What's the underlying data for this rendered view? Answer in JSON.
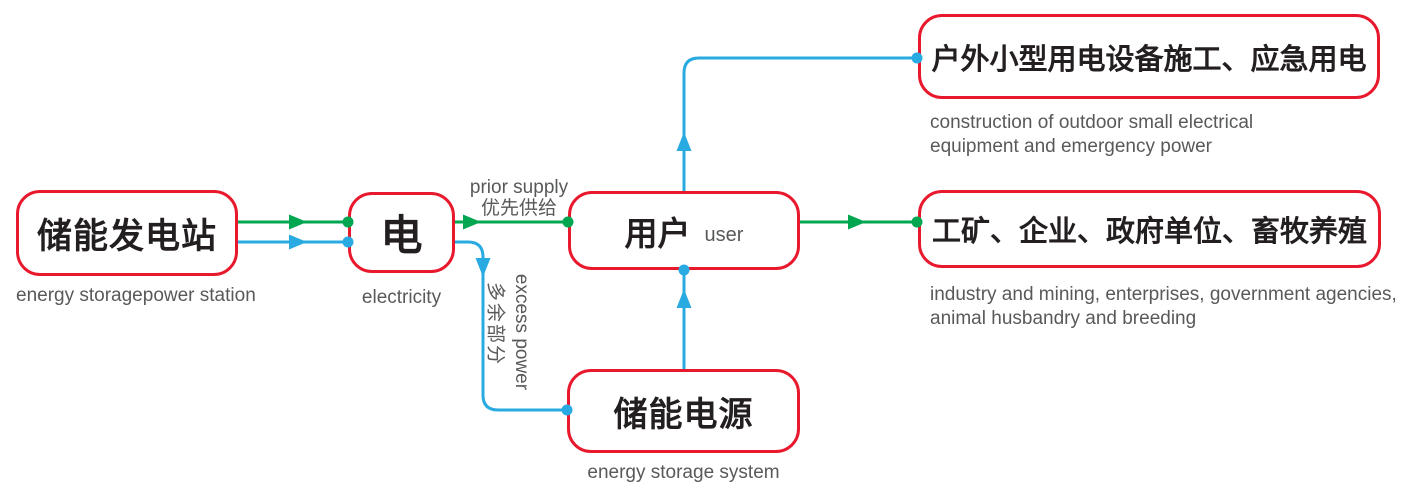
{
  "colors": {
    "box_border_red": "#e8182d",
    "arrow_green": "#00a650",
    "arrow_blue": "#29abe2",
    "caption_gray": "#58595b",
    "label_black": "#231f20",
    "background": "#ffffff"
  },
  "nodes": {
    "station": {
      "label": "储能发电站",
      "caption": "energy storagepower station"
    },
    "electricity": {
      "label": "电",
      "caption": "electricity"
    },
    "user": {
      "label": "用户",
      "sublabel": "user"
    },
    "storage": {
      "label": "储能电源",
      "caption": "energy storage system"
    },
    "outdoor": {
      "label": "户外小型用电设备施工、应急用电",
      "caption_line1": "construction of outdoor small electrical",
      "caption_line2": "equipment and emergency power"
    },
    "industry": {
      "label": "工矿、企业、政府单位、畜牧养殖",
      "caption_line1": "industry and mining, enterprises, government agencies,",
      "caption_line2": "animal husbandry and breeding"
    }
  },
  "edges": {
    "prior_supply": {
      "en": "prior supply",
      "zh": "优先供给"
    },
    "excess_power": {
      "en": "excess power",
      "zh": "多余部分"
    }
  },
  "connections": [
    {
      "from": "储能发电站",
      "to": "电",
      "color": "green"
    },
    {
      "from": "储能发电站",
      "to": "电",
      "color": "blue"
    },
    {
      "from": "电",
      "to": "用户",
      "color": "green",
      "label": "prior supply 优先供给"
    },
    {
      "from": "电",
      "to": "储能电源",
      "color": "blue",
      "label": "excess power 多余部分"
    },
    {
      "from": "储能电源",
      "to": "用户",
      "color": "blue"
    },
    {
      "from": "用户",
      "to": "户外小型用电设备施工、应急用电",
      "color": "blue"
    },
    {
      "from": "用户",
      "to": "工矿、企业、政府单位、畜牧养殖",
      "color": "green"
    }
  ]
}
